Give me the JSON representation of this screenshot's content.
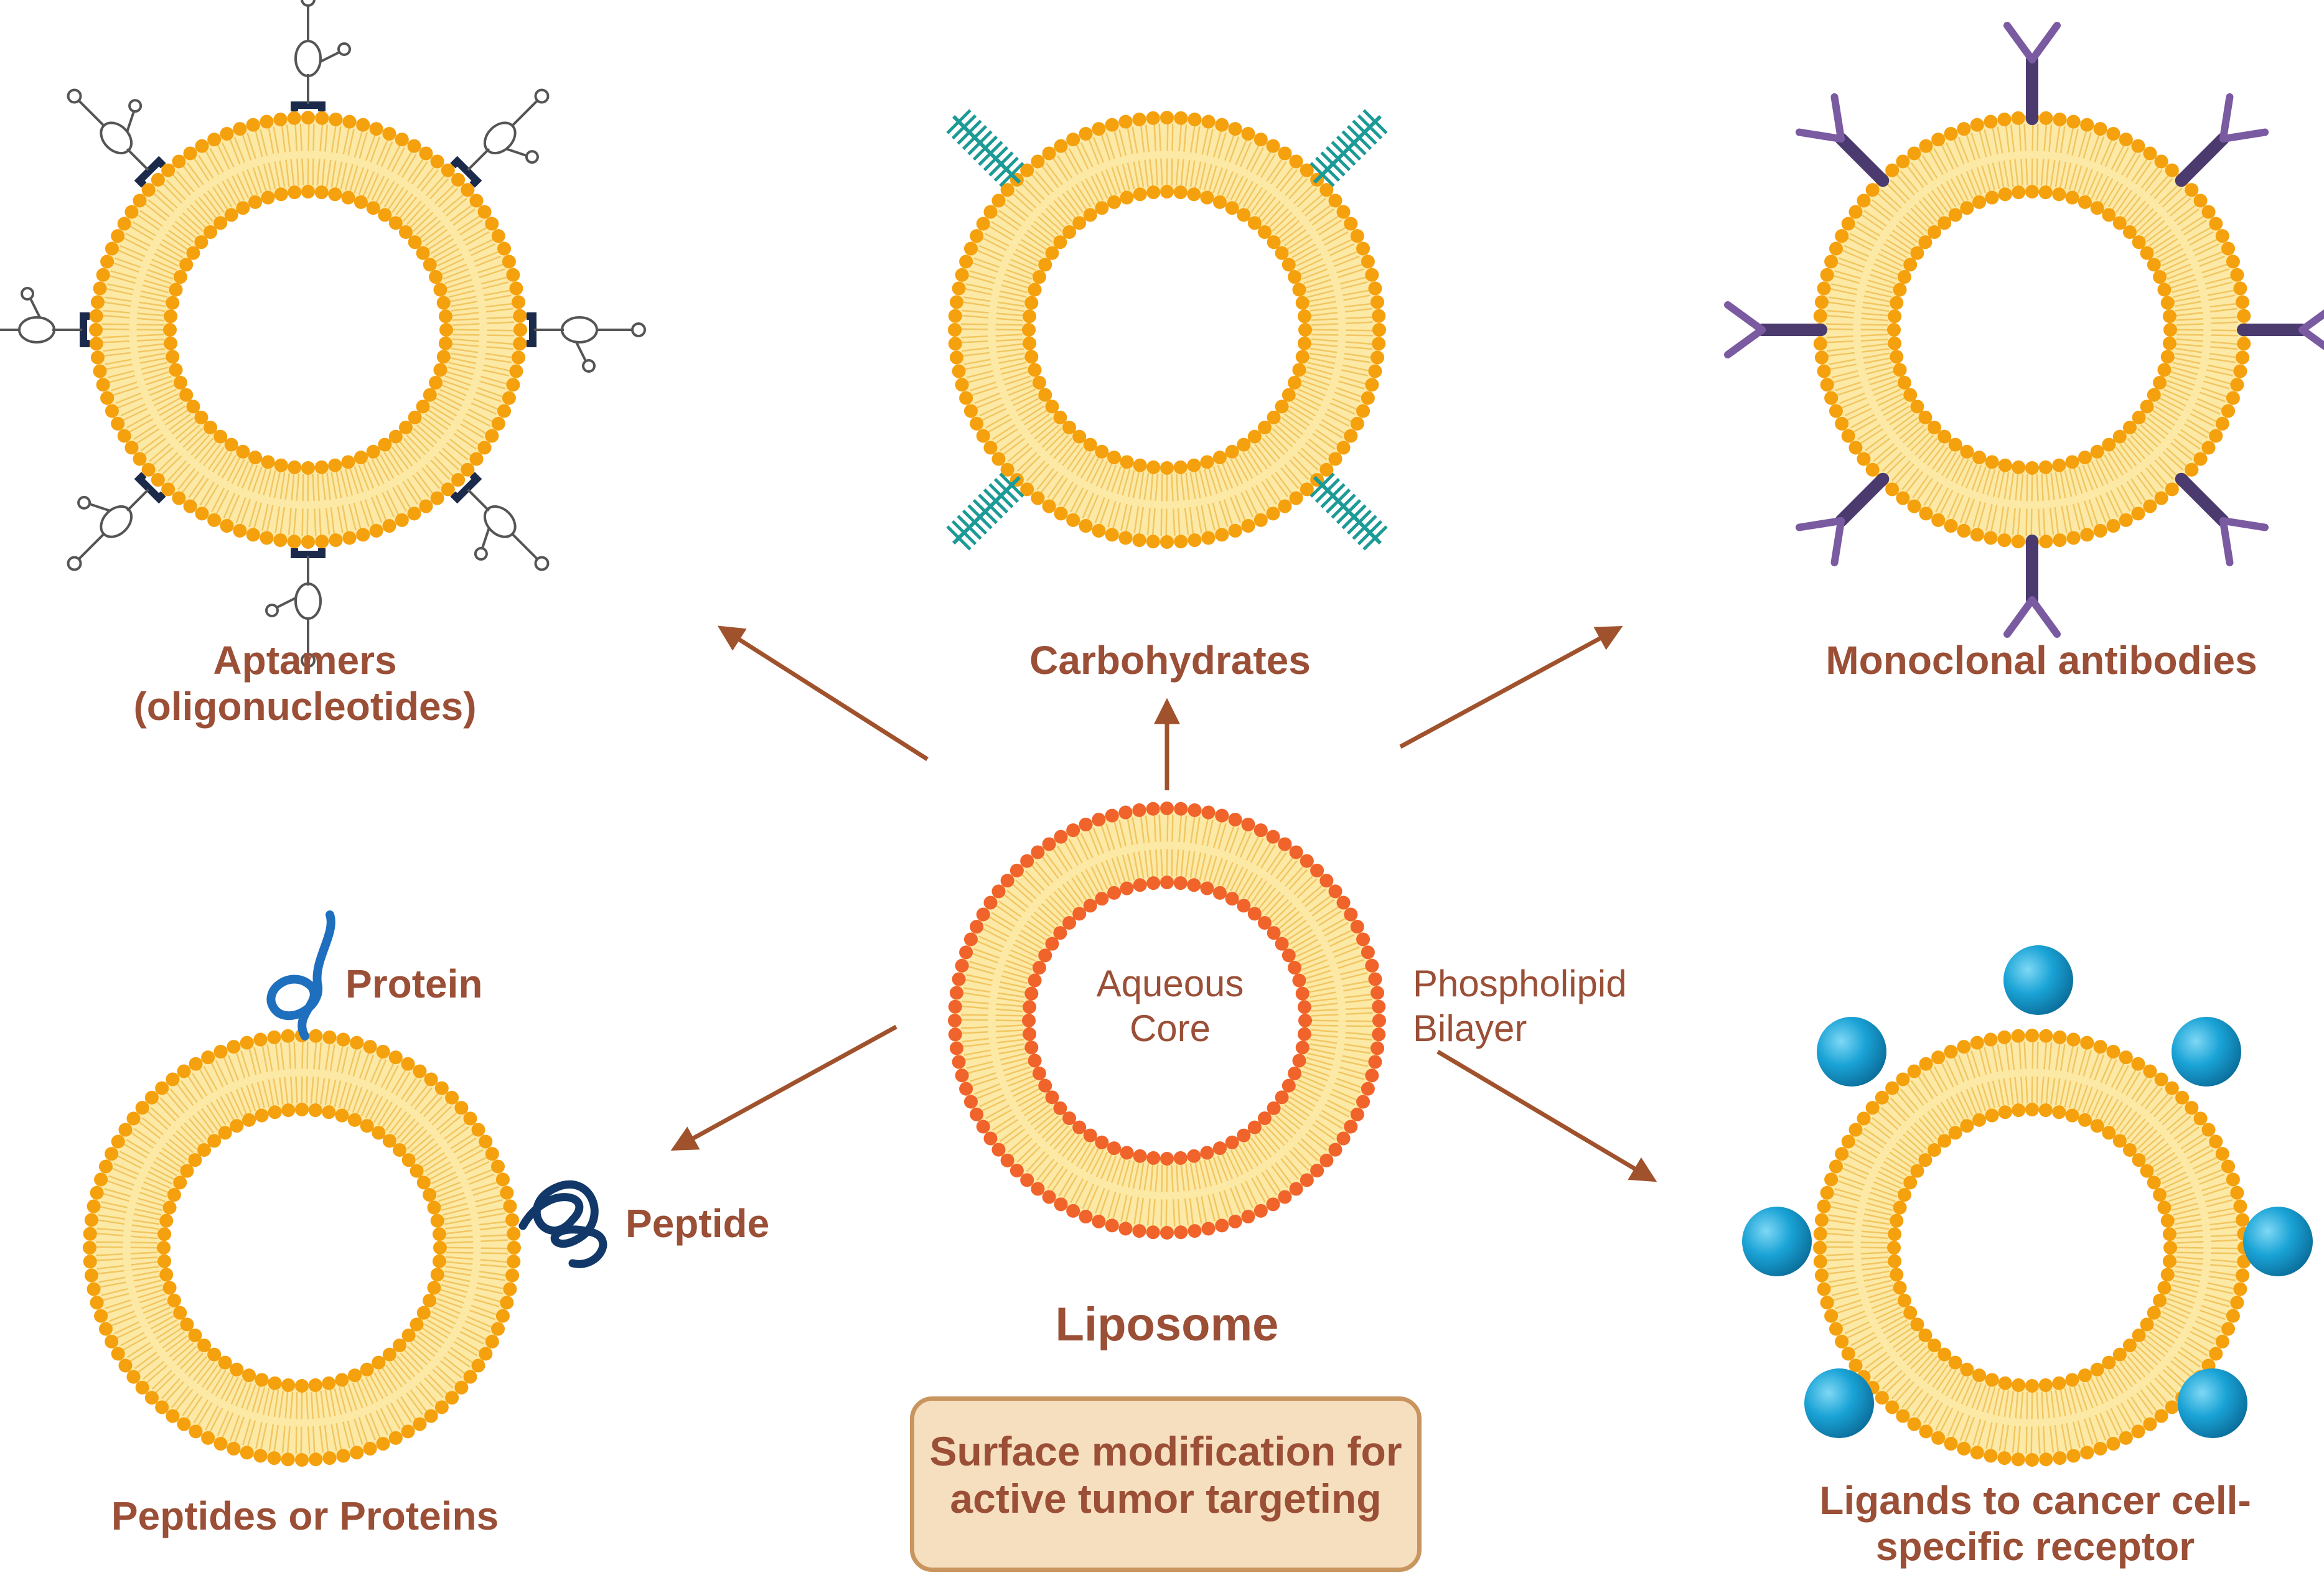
{
  "center": {
    "label": "Liposome",
    "core_label_line1": "Aqueous",
    "core_label_line2": "Core",
    "bilayer_label_line1": "Phospholipid",
    "bilayer_label_line2": "Bilayer"
  },
  "caption_box": {
    "line1": "Surface modification for",
    "line2": "active tumor targeting"
  },
  "variants": {
    "aptamers": {
      "line1": "Aptamers",
      "line2": "(oligonucleotides)"
    },
    "carbohydrates": {
      "label": "Carbohydrates"
    },
    "antibodies": {
      "label": "Monoclonal antibodies"
    },
    "peptides": {
      "label": "Peptides or Proteins",
      "protein_label": "Protein",
      "peptide_label": "Peptide"
    },
    "ligands": {
      "line1": "Ligands to cancer cell-",
      "line2": "specific receptor"
    }
  },
  "colors": {
    "label_text": "#9a4f36",
    "head_orange": "#f5a00d",
    "head_red": "#f0632a",
    "bilayer_fill": "#fde9a6",
    "arrow": "#a0522d",
    "carbohydrate": "#1c9a96",
    "antibody": "#4a3a6e",
    "ligand": "#1aa3d6",
    "protein": "#1f6fbf",
    "peptide": "#12386a",
    "box_fill": "#f6dfbf",
    "box_border": "#c9955f"
  }
}
